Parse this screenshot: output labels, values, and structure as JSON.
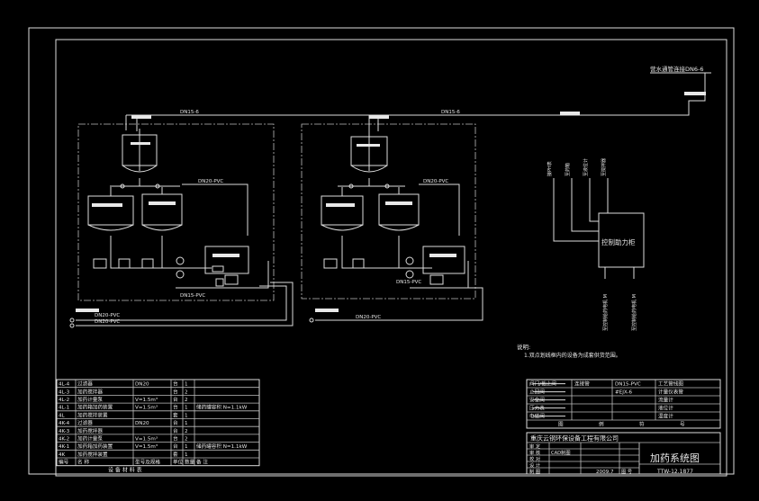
{
  "top_label": "营水通管连接DN6-6",
  "pipes": {
    "left_top": "DN15-6",
    "right_top": "DN15-6",
    "left_branch": "DN20-PVC",
    "right_branch": "DN20-PVC",
    "left_lower": "DN15-PVC",
    "right_lower": "DN15-PVC",
    "bottom_1": "DN20-PVC",
    "bottom_2": "DN20-PVC",
    "bottom_right": "DN20-PVC"
  },
  "panel": {
    "label": "控制助力柜",
    "signals_top": [
      "接PH表",
      "至药箱",
      "至液位计",
      "至搅拌器"
    ],
    "signals_bottom": [
      "至控制给药电机 M",
      "至控制给药电机 M"
    ]
  },
  "notes": {
    "title": "说明:",
    "lines": [
      "1.双点划线框内的设备为成套供货范围。"
    ]
  },
  "equipment": {
    "title": "设 备 材 料 表",
    "headers": [
      "编号",
      "名 称",
      "型号及规格",
      "单位",
      "数量",
      "备 注"
    ],
    "rows": [
      [
        "4L-4",
        "过滤器",
        "DN20",
        "台",
        "1",
        ""
      ],
      [
        "4L-3",
        "加药搅拌器",
        "",
        "台",
        "2",
        ""
      ],
      [
        "4L-2",
        "加药计量泵",
        "V=1.5m³",
        "台",
        "2",
        ""
      ],
      [
        "4L-1",
        "加药箱加药装置",
        "V=1.5m³",
        "台",
        "1",
        "储药罐容积 N=1.1kW"
      ],
      [
        "4L",
        "加药搅拌装置",
        "",
        "套",
        "1",
        ""
      ],
      [
        "4K-4",
        "过滤器",
        "DN20",
        "台",
        "1",
        ""
      ],
      [
        "4K-3",
        "加药搅拌器",
        "",
        "台",
        "2",
        ""
      ],
      [
        "4K-2",
        "加药计量泵",
        "V=1.5m³",
        "台",
        "2",
        ""
      ],
      [
        "4K-1",
        "加药箱加药装置",
        "V=1.5m³",
        "台",
        "1",
        "储药罐容积 N=1.1kW"
      ],
      [
        "4K",
        "加药搅拌装置",
        "",
        "套",
        "1",
        ""
      ]
    ]
  },
  "legend": {
    "rows": [
      [
        "阀门/截止阀",
        "连接管",
        "DN15-PVC",
        "工艺管线图"
      ],
      [
        "止回阀",
        "",
        "#EJX-6",
        "计量仪表管"
      ],
      [
        "安全阀",
        "",
        "",
        "流量计"
      ],
      [
        "压力表",
        "",
        "",
        "液位计"
      ],
      [
        "电磁阀",
        "",
        "",
        "温度计"
      ]
    ],
    "headers": [
      "图",
      "例",
      "符",
      "号"
    ]
  },
  "title_block": {
    "company": "重庆云钢环保设备工程有限公司",
    "drawing_name": "加药系统图",
    "rows": [
      "审 定",
      "审 核",
      "校 对",
      "设 计",
      "制 图"
    ],
    "design_value": "CAD制图",
    "date": "2009.7",
    "scale_label": "图 号",
    "drawing_no": "TTW-12.1877"
  }
}
